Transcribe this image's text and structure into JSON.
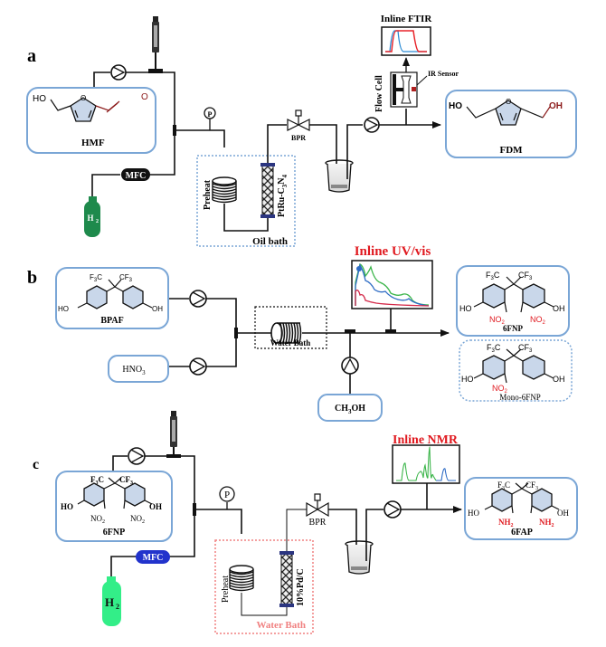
{
  "panels": {
    "a": {
      "label": "a",
      "reactant": "HMF",
      "reactant_atoms": {
        "ho": "HO",
        "o_ring": "O",
        "o_carbonyl": "O"
      },
      "gas": "H",
      "gas_subscript": "2",
      "mfc": "MFC",
      "pressure": "P",
      "preheat": "Preheat",
      "catalyst": "PtRu-C",
      "catalyst_sub1": "3",
      "catalyst_n": "N",
      "catalyst_sub2": "4",
      "bath": "Oil bath",
      "bpr": "BPR",
      "flow_cell": "Flow Cell",
      "ir_sensor": "IR Sensor",
      "analyzer": "Inline FTIR",
      "product": "FDM",
      "product_atoms": {
        "ho": "HO",
        "o_ring": "O",
        "oh": "OH"
      }
    },
    "b": {
      "label": "b",
      "reactant": "BPAF",
      "reagent": "HNO",
      "reagent_sub": "3",
      "quench": "CH",
      "quench_sub": "3",
      "quench_tail": "OH",
      "bath": "Water Bath",
      "analyzer": "Inline UV/vis",
      "product_main": "6FNP",
      "product_side": "Mono-6FNP",
      "atoms": {
        "f3c": "F",
        "c": "C",
        "cf3": "CF",
        "three": "3",
        "ho": "HO",
        "oh": "OH",
        "no2": "NO",
        "two": "2"
      }
    },
    "c": {
      "label": "c",
      "reactant": "6FNP",
      "gas": "H",
      "gas_subscript": "2",
      "mfc": "MFC",
      "pressure": "P",
      "preheat": "Preheat",
      "catalyst": "10%Pd/C",
      "bath": "Water Bath",
      "bpr": "BPR",
      "analyzer": "Inline NMR",
      "product": "6FAP",
      "atoms": {
        "nh2": "NH",
        "two": "2"
      }
    }
  },
  "colors": {
    "box_border": "#7aa6d6",
    "ring_fill": "#c9d7ea",
    "h2_cylinder_a": "#1e8a4c",
    "h2_cylinder_c": "#33ee88",
    "mfc_a": "#111111",
    "mfc_c": "#2233cc",
    "highlight_red": "#e0191f",
    "carbonyl": "#8b1a1a",
    "water_bath_c": "#f08080",
    "ftir_red": "#e8242a",
    "ftir_blue": "#2a8ad4",
    "uv_green": "#3bb54a",
    "uv_blue": "#2d6bc4",
    "uv_red": "#d42a4a",
    "nmr_green": "#3bb54a",
    "nmr_blue": "#2d6bc4"
  }
}
